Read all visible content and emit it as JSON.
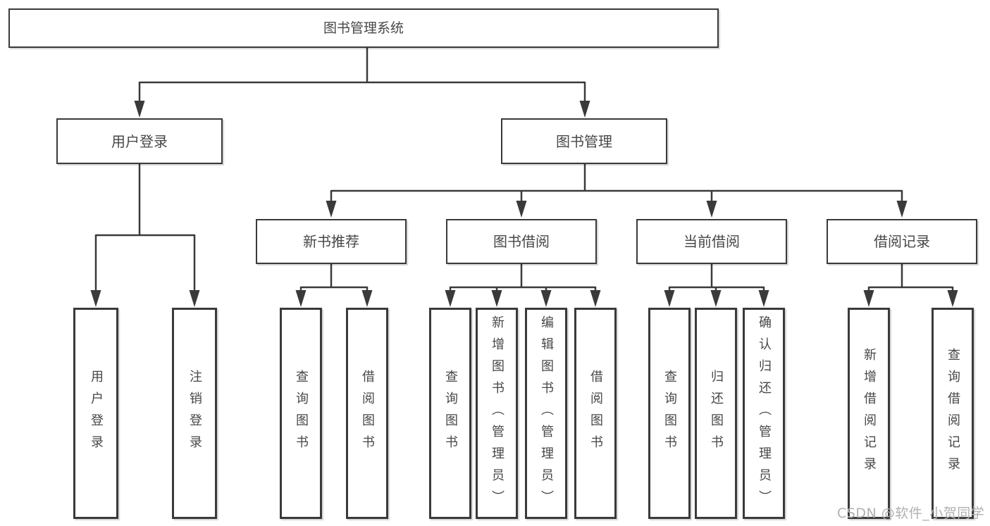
{
  "diagram": {
    "root": {
      "label": "图书管理系统",
      "children": [
        {
          "label": "用户登录",
          "children": [
            {
              "label": "用户登录"
            },
            {
              "label": "注销登录"
            }
          ]
        },
        {
          "label": "图书管理",
          "children": [
            {
              "label": "新书推荐",
              "children": [
                {
                  "label": "查询图书"
                },
                {
                  "label": "借阅图书"
                }
              ]
            },
            {
              "label": "图书借阅",
              "children": [
                {
                  "label": "查询图书"
                },
                {
                  "label": "新增图书（管理员）"
                },
                {
                  "label": "编辑图书（管理员）"
                },
                {
                  "label": "借阅图书"
                }
              ]
            },
            {
              "label": "当前借阅",
              "children": [
                {
                  "label": "查询图书"
                },
                {
                  "label": "归还图书"
                },
                {
                  "label": "确认归还（管理员）"
                }
              ]
            },
            {
              "label": "借阅记录",
              "children": [
                {
                  "label": "新增借阅记录"
                },
                {
                  "label": "查询借阅记录"
                }
              ]
            }
          ]
        }
      ]
    }
  },
  "watermark": {
    "text": "CSDN @软件_小贺同学"
  },
  "colors": {
    "line": "#3a3a3a",
    "text": "#474747",
    "watermark": "#b0b0b0",
    "background": "#ffffff"
  }
}
